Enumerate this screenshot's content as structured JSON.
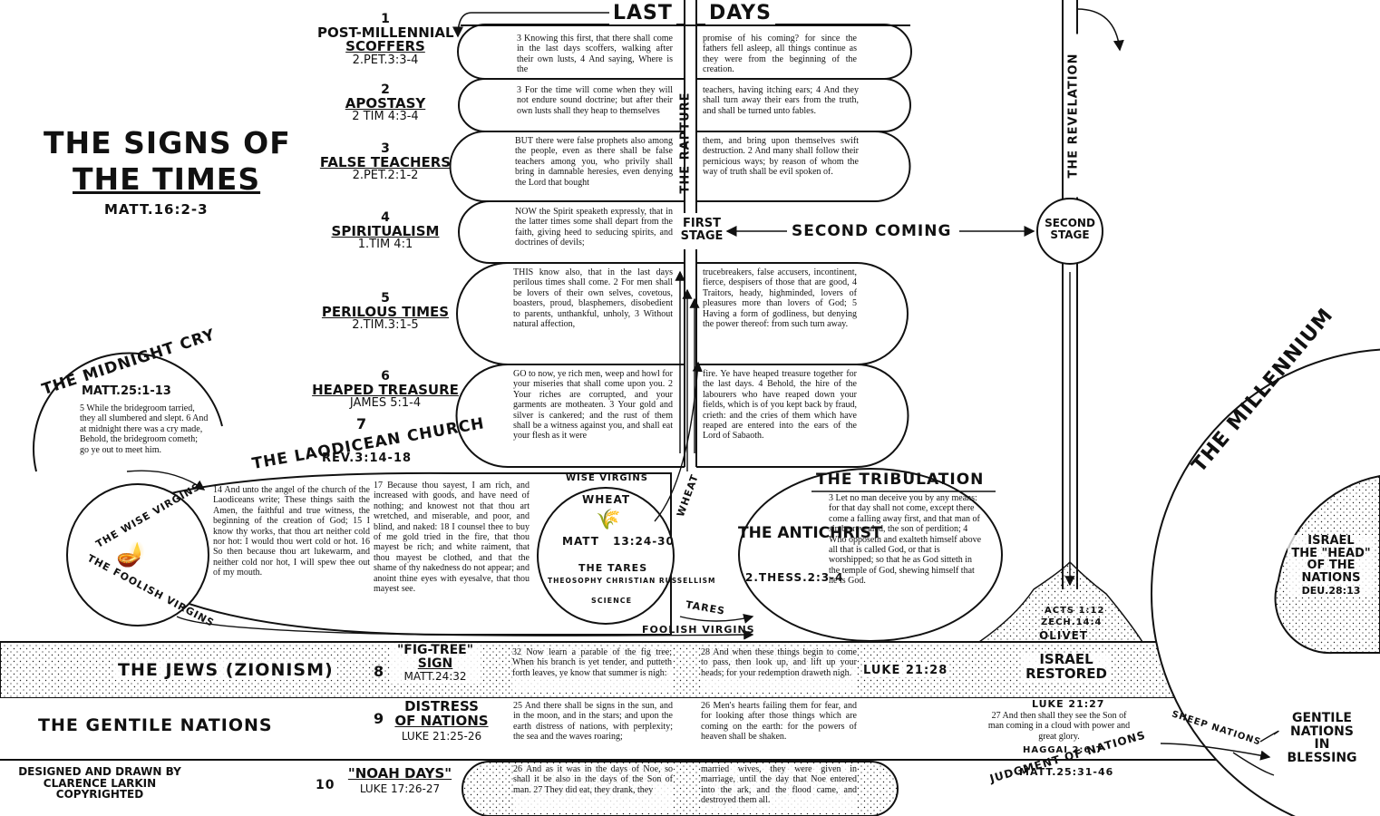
{
  "title": {
    "line1": "THE SIGNS OF",
    "line2": "THE TIMES",
    "ref": "MATT.16:2-3"
  },
  "top_headers": {
    "last": "LAST",
    "days": "DAYS"
  },
  "vertical_labels": {
    "rapture": "THE RAPTURE",
    "revelation": "THE REVELATION",
    "wheat": "WHEAT"
  },
  "first_stage": {
    "line1": "FIRST",
    "line2": "STAGE"
  },
  "second_coming": "SECOND COMING",
  "second_stage": {
    "line1": "SECOND",
    "line2": "STAGE"
  },
  "signs": [
    {
      "num": "1",
      "name_top": "POST-MILLENNIAL",
      "name": "SCOFFERS",
      "ref": "2.PET.3:3-4",
      "left_text": "3 Knowing this first, that there shall come in the last days scoffers, walking after their own lusts, 4 And saying, Where is the",
      "right_text": "promise of his coming? for since the fathers fell asleep, all things continue as they were from the beginning of the creation."
    },
    {
      "num": "2",
      "name": "APOSTASY",
      "ref": "2 TIM 4:3-4",
      "left_text": "3 For the time will come when they will not endure sound doctrine; but after their own lusts shall they heap to themselves",
      "right_text": "teachers, having itching ears; 4 And they shall turn away their ears from the truth, and shall be turned unto fables."
    },
    {
      "num": "3",
      "name": "FALSE TEACHERS",
      "ref": "2.PET.2:1-2",
      "left_text": "BUT there were false prophets also among the people, even as there shall be false teachers among you, who privily shall bring in damnable heresies, even denying the Lord that bought",
      "right_text": "them, and bring upon themselves swift destruction. 2 And many shall follow their pernicious ways; by reason of whom the way of truth shall be evil spoken of."
    },
    {
      "num": "4",
      "name": "SPIRITUALISM",
      "ref": "1.TIM 4:1",
      "left_text": "NOW the Spirit speaketh expressly, that in the latter times some shall depart from the faith, giving heed to seducing spirits, and doctrines of devils;",
      "right_text": ""
    },
    {
      "num": "5",
      "name": "PERILOUS TIMES",
      "ref": "2.TIM.3:1-5",
      "left_text": "THIS know also, that in the last days perilous times shall come. 2 For men shall be lovers of their own selves, covetous, boasters, proud, blasphemers, disobedient to parents, unthankful, unholy, 3 Without natural affection,",
      "right_text": "trucebreakers, false accusers, incontinent, fierce, despisers of those that are good, 4 Traitors, heady, highminded, lovers of pleasures more than lovers of God; 5 Having a form of godliness, but denying the power thereof: from such turn away."
    },
    {
      "num": "6",
      "name": "HEAPED TREASURE",
      "ref": "JAMES 5:1-4",
      "left_text": "GO to now, ye rich men, weep and howl for your miseries that shall come upon you. 2 Your riches are corrupted, and your garments are motheaten. 3 Your gold and silver is cankered; and the rust of them shall be a witness against you, and shall eat your flesh as it were",
      "right_text": "fire. Ye have heaped treasure together for the last days. 4 Behold, the hire of the labourers who have reaped down your fields, which is of you kept back by fraud, crieth: and the cries of them which have reaped are entered into the ears of the Lord of Sabaoth."
    }
  ],
  "midnight_cry": {
    "title": "THE MIDNIGHT CRY",
    "ref": "MATT.25:1-13",
    "text": "5 While the bridegroom tarried, they all slumbered and slept. 6 And at midnight there was a cry made, Behold, the bridegroom cometh; go ye out to meet him."
  },
  "laodicean": {
    "num": "7",
    "title": "THE LAODICEAN CHURCH",
    "ref": "REV.3:14-18",
    "col1": "14 And unto the angel of the church of the Laodiceans write; These things saith the Amen, the faithful and true witness, the beginning of the creation of God; 15 I know thy works, that thou art neither cold nor hot: I would thou wert cold or hot. 16 So then because thou art lukewarm, and neither cold nor hot, I will spew thee out of my mouth.",
    "col2": "17 Because thou sayest, I am rich, and increased with goods, and have need of nothing; and knowest not that thou art wretched, and miserable, and poor, and blind, and naked: 18 I counsel thee to buy of me gold tried in the fire, that thou mayest be rich; and white raiment, that thou mayest be clothed, and that the shame of thy nakedness do not appear; and anoint thine eyes with eyesalve, that thou mayest see."
  },
  "virgins": {
    "wise": "THE WISE VIRGINS",
    "foolish": "THE FOOLISH VIRGINS"
  },
  "wheat_circle": {
    "top": "WISE VIRGINS",
    "wheat": "WHEAT",
    "matt": "MATT",
    "ref": "13:24-30",
    "tares": "THE TARES",
    "ring": "THEOSOPHY CHRISTIAN RUSSELLISM",
    "science": "SCIENCE"
  },
  "tares_label": "TARES",
  "foolish_virgins_label": "FOOLISH VIRGINS",
  "tribulation": {
    "title": "THE TRIBULATION",
    "antichrist": "THE ANTICHRIST",
    "ref": "2.THESS.2:3-4",
    "text": "3 Let no man deceive you by any means: for that day shall not come, except there come a falling away first, and that man of sin be revealed, the son of perdition; 4 Who opposeth and exalteth himself above all that is called God, or that is worshipped; so that he as God sitteth in the temple of God, shewing himself that he is God."
  },
  "olivet": {
    "acts": "ACTS 1:12",
    "zech": "ZECH.14:4",
    "olivet": "OLIVET"
  },
  "millennium": {
    "title": "THE MILLENNIUM",
    "israel": [
      "ISRAEL",
      "THE \"HEAD\"",
      "OF THE",
      "NATIONS"
    ],
    "ref": "DEU.28:13"
  },
  "jews_band": {
    "label": "THE JEWS (ZIONISM)",
    "num": "8",
    "sign_top": "\"FIG-TREE\"",
    "sign": "SIGN",
    "ref": "MATT.24:32",
    "text1": "32 Now learn a parable of the fig tree; When his branch is yet tender, and putteth forth leaves, ye know that summer is nigh:",
    "text2": "28 And when these things begin to come to pass, then look up, and lift up your heads; for your redemption draweth nigh.",
    "luke": "LUKE 21:28",
    "israel": "ISRAEL",
    "restored": "RESTORED"
  },
  "gentile_band": {
    "label": "THE GENTILE NATIONS",
    "num": "9",
    "name1": "DISTRESS",
    "name2": "OF NATIONS",
    "ref": "LUKE 21:25-26",
    "text1": "25 And there shall be signs in the sun, and in the moon, and in the stars; and upon the earth distress of nations, with perplexity; the sea and the waves roaring;",
    "text2": "26 Men's hearts failing them for fear, and for looking after those things which are coming on the earth: for the powers of heaven shall be shaken.",
    "luke": "LUKE 21:27",
    "luke_text": "27 And then shall they see the Son of man coming in a cloud with power and great glory.",
    "haggai": "HAGGAI 2:6-7",
    "matt": "MATT.25:31-46",
    "judgment": "JUDGMENT OF NATIONS",
    "sheep": "SHEEP NATIONS",
    "blessing": [
      "GENTILE",
      "NATIONS",
      "IN",
      "BLESSING"
    ]
  },
  "noah": {
    "num": "10",
    "name": "\"NOAH DAYS\"",
    "ref": "LUKE 17:26-27",
    "text1": "26 And as it was in the days of Noe, so shall it be also in the days of the Son of man. 27 They did eat, they drank, they",
    "text2": "married wives, they were given in marriage, until the day that Noe entered into the ark, and the flood came, and destroyed them all."
  },
  "credit": [
    "DESIGNED AND DRAWN BY",
    "CLARENCE LARKIN",
    "COPYRIGHTED"
  ]
}
